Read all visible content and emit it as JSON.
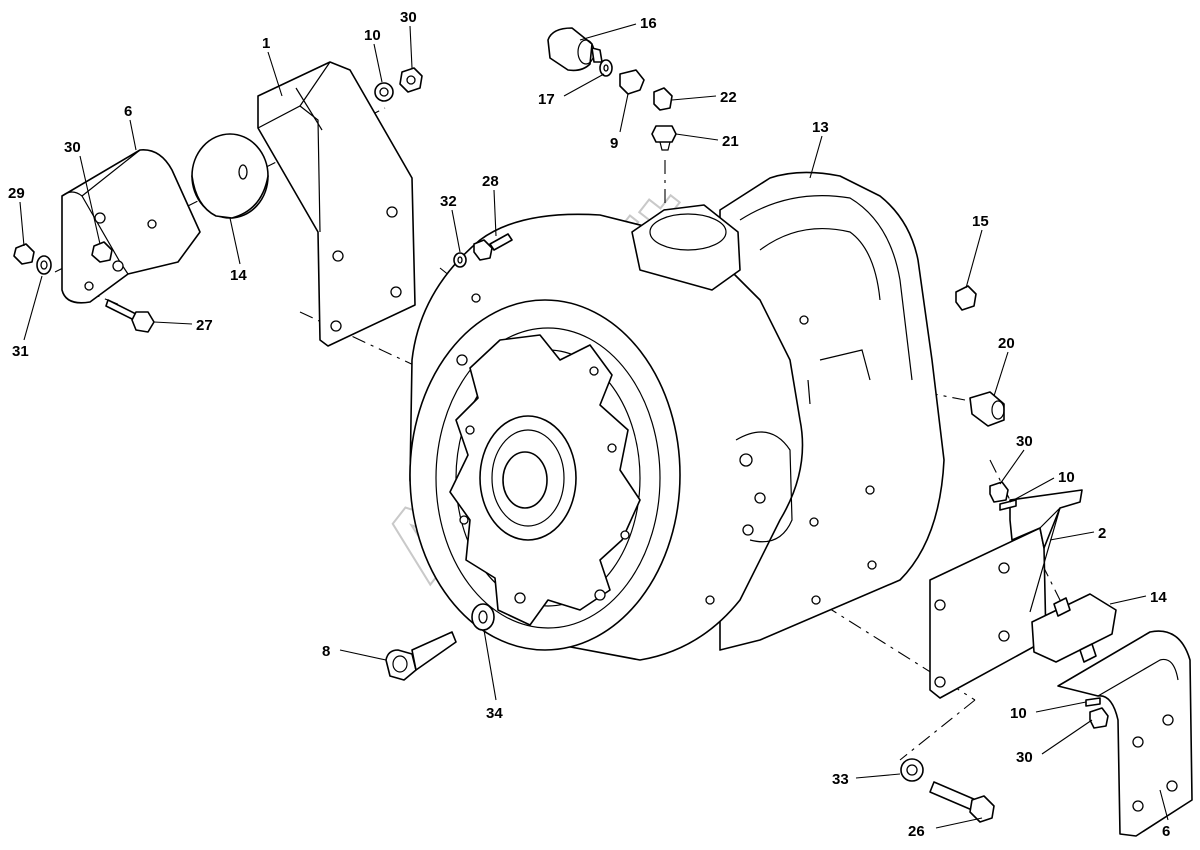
{
  "watermark": "AutoSoft",
  "callouts": [
    {
      "id": "c1",
      "text": "1"
    },
    {
      "id": "c10a",
      "text": "10"
    },
    {
      "id": "c30a",
      "text": "30"
    },
    {
      "id": "c6a",
      "text": "6"
    },
    {
      "id": "c30b",
      "text": "30"
    },
    {
      "id": "c29",
      "text": "29"
    },
    {
      "id": "c31",
      "text": "31"
    },
    {
      "id": "c14a",
      "text": "14"
    },
    {
      "id": "c27",
      "text": "27"
    },
    {
      "id": "c16",
      "text": "16"
    },
    {
      "id": "c17",
      "text": "17"
    },
    {
      "id": "c9",
      "text": "9"
    },
    {
      "id": "c22",
      "text": "22"
    },
    {
      "id": "c21",
      "text": "21"
    },
    {
      "id": "c13",
      "text": "13"
    },
    {
      "id": "c32",
      "text": "32"
    },
    {
      "id": "c28",
      "text": "28"
    },
    {
      "id": "c15",
      "text": "15"
    },
    {
      "id": "c20",
      "text": "20"
    },
    {
      "id": "c30c",
      "text": "30"
    },
    {
      "id": "c10b",
      "text": "10"
    },
    {
      "id": "c2",
      "text": "2"
    },
    {
      "id": "c14b",
      "text": "14"
    },
    {
      "id": "c10c",
      "text": "10"
    },
    {
      "id": "c30d",
      "text": "30"
    },
    {
      "id": "c6b",
      "text": "6"
    },
    {
      "id": "c8",
      "text": "8"
    },
    {
      "id": "c34",
      "text": "34"
    },
    {
      "id": "c33",
      "text": "33"
    },
    {
      "id": "c26",
      "text": "26"
    }
  ]
}
